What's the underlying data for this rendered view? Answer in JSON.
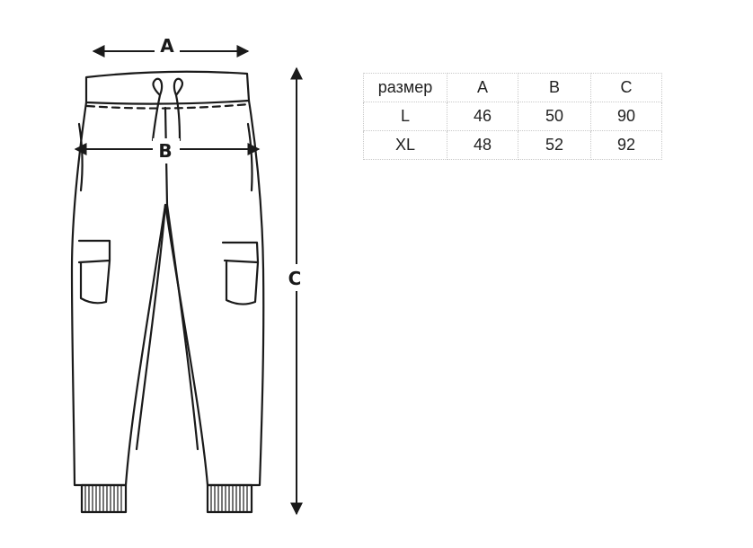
{
  "diagram": {
    "label_a": "A",
    "label_b": "B",
    "label_c": "C",
    "stroke_color": "#1a1a1a"
  },
  "table": {
    "header": [
      "размер",
      "A",
      "B",
      "C"
    ],
    "rows": [
      [
        "L",
        "46",
        "50",
        "90"
      ],
      [
        "XL",
        "48",
        "52",
        "92"
      ]
    ]
  }
}
